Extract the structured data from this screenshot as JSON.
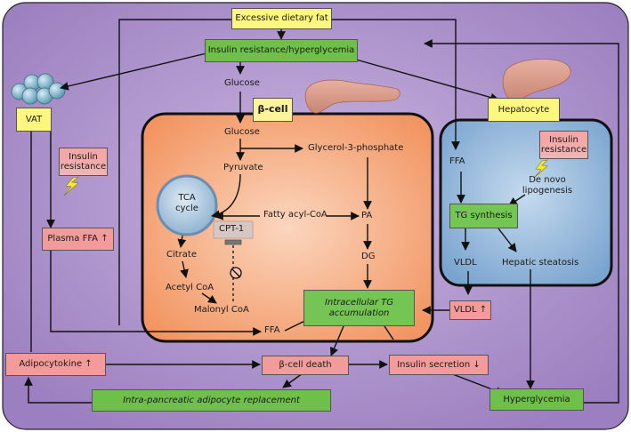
{
  "nodes": {
    "excessive_fat": "Excessive dietary fat",
    "insulin_resistance_hyper": "Insulin resistance/hyperglycemia",
    "vat": "VAT",
    "hepatocyte": "Hepatocyte",
    "beta_cell": "β-cell",
    "insulin_resistance_left": "Insulin\nresistance",
    "insulin_resistance_right": "Insulin\nresistance",
    "plasma_ffa": "Plasma FFA ↑",
    "tg_synthesis": "TG synthesis",
    "intracellular_tg": "Intracellular TG\naccumulation",
    "vldl_up": "VLDL ↑",
    "adipocytokine": "Adipocytokine ↑",
    "beta_cell_death": "β-cell death",
    "insulin_secretion": "Insulin secretion ↓",
    "intra_pancreatic": "Intra-pancreatic adipocyte replacement",
    "hyperglycemia": "Hyperglycemia"
  },
  "labels": {
    "glucose_top": "Glucose",
    "glucose_inner": "Glucose",
    "glycerol3p": "Glycerol-3-phosphate",
    "pyruvate": "Pyruvate",
    "tca": "TCA\ncycle",
    "fatty_acyl": "Fatty acyl-CoA",
    "pa": "PA",
    "cpt1": "CPT-1",
    "citrate": "Citrate",
    "dg": "DG",
    "acetyl_coa": "Acetyl CoA",
    "malonyl_coa": "Malonyl CoA",
    "ffa_inner": "FFA",
    "ffa_liver": "FFA",
    "de_novo": "De novo\nlipogenesis",
    "vldl": "VLDL",
    "hepatic_steatosis": "Hepatic steatosis"
  },
  "colors": {
    "outer_bg": "#a58ac6",
    "beta_bg": "#f4a06f",
    "liver_bg": "#8fb3d6",
    "tca_bg": "#a9c6de"
  }
}
